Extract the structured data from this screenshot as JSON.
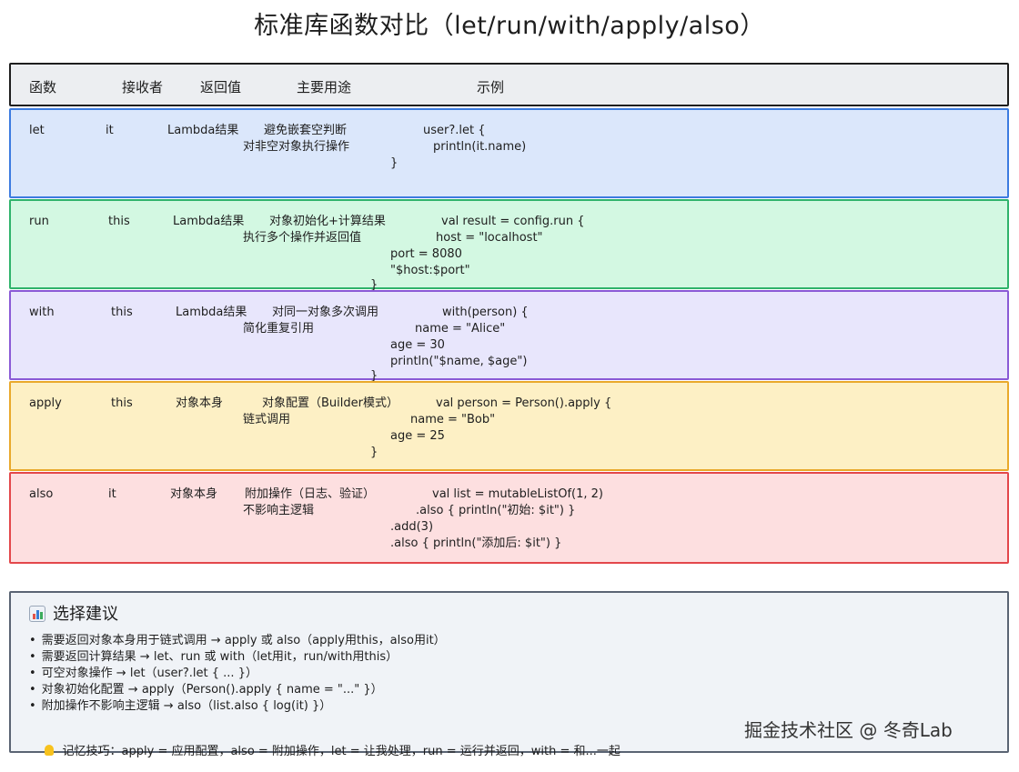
{
  "title": "标准库函数对比（let/run/with/apply/also）",
  "header": {
    "function": "函数",
    "receiver": "接收者",
    "return_value": "返回值",
    "main_use": "主要用途",
    "example": "示例"
  },
  "rows": [
    {
      "name": "let",
      "receiver": "it",
      "returns": "Lambda结果",
      "use_line1": "避免嵌套空判断",
      "use_line2": "对非空对象执行操作",
      "code": [
        "user?.let {",
        "println(it.name)",
        "}"
      ],
      "bg": "#dbe7fb",
      "border": "#3c7be0"
    },
    {
      "name": "run",
      "receiver": "this",
      "returns": "Lambda结果",
      "use_line1": "对象初始化+计算结果",
      "use_line2": "执行多个操作并返回值",
      "code": [
        "val result = config.run {",
        "host = \"localhost\"",
        "port = 8080",
        "\"$host:$port\"",
        "}"
      ],
      "bg": "#d3f8e2",
      "border": "#2fb36b"
    },
    {
      "name": "with",
      "receiver": "this",
      "returns": "Lambda结果",
      "use_line1": "对同一对象多次调用",
      "use_line2": "简化重复引用",
      "code": [
        "with(person) {",
        "name = \"Alice\"",
        "age = 30",
        "println(\"$name, $age\")",
        "}"
      ],
      "bg": "#e8e6fc",
      "border": "#8a5ad6"
    },
    {
      "name": "apply",
      "receiver": "this",
      "returns": "对象本身",
      "use_line1": "对象配置（Builder模式）",
      "use_line2": "链式调用",
      "code": [
        "val person = Person().apply {",
        "name = \"Bob\"",
        "age = 25",
        "}"
      ],
      "bg": "#fdf0c5",
      "border": "#e9a92b"
    },
    {
      "name": "also",
      "receiver": "it",
      "returns": "对象本身",
      "use_line1": "附加操作（日志、验证）",
      "use_line2": "不影响主逻辑",
      "code": [
        "val list = mutableListOf(1, 2)",
        ".also { println(\"初始: $it\") }",
        ".add(3)",
        ".also { println(\"添加后: $it\") }"
      ],
      "bg": "#fddfe0",
      "border": "#e3474b"
    }
  ],
  "tips": {
    "icon": "bar-chart-icon",
    "title": "选择建议",
    "items": [
      "需要返回对象本身用于链式调用 → apply 或 also（apply用this，also用it）",
      "需要返回计算结果 → let、run 或 with（let用it，run/with用this）",
      "可空对象操作 → let（user?.let { ... }）",
      "对象初始化配置 → apply（Person().apply { name = \"...\" }）",
      "附加操作不影响主逻辑 → also（list.also { log(it) }）"
    ],
    "memo_icon": "lightbulb-icon",
    "memo": "记忆技巧：apply = 应用配置，also = 附加操作，let = 让我处理，run = 运行并返回，with = 和...一起"
  },
  "watermark": "掘金技术社区 @ 冬奇Lab"
}
